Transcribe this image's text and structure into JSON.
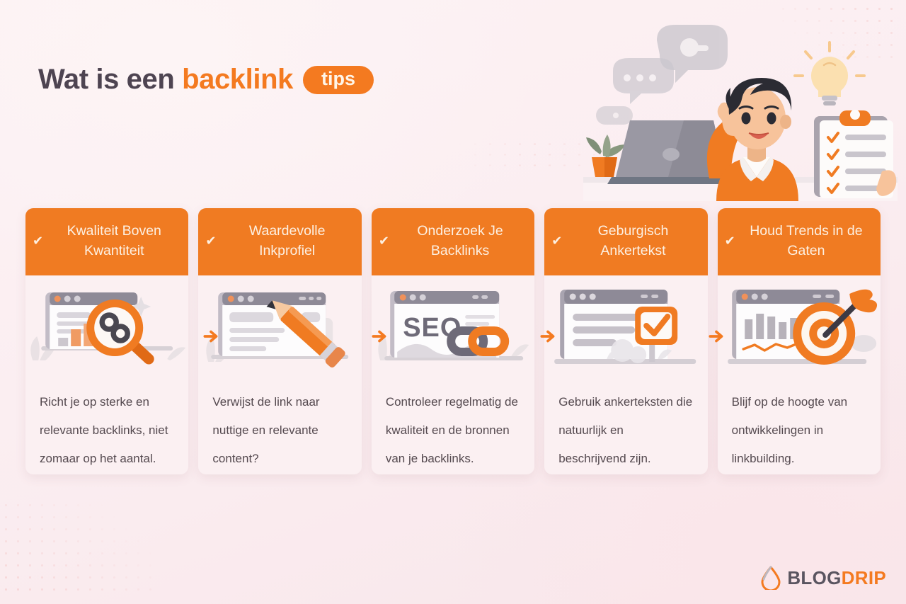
{
  "background_color": "#fbeef1",
  "accent_color": "#f47a20",
  "header_color": "#f07b22",
  "text_color": "#54494f",
  "title": {
    "part1": "Wat is een",
    "part2": "backlink",
    "pill": "tips"
  },
  "hero": {
    "name": "man-pointing-with-laptop-and-clipboard-illustration",
    "elements": [
      "speech-bubble-icon",
      "chat-dots-bubble-icon",
      "lightbulb-icon",
      "laptop-icon",
      "clipboard-checklist-icon",
      "potted-plant-icon"
    ]
  },
  "cards": [
    {
      "check": "✔",
      "title": "Kwaliteit Boven Kwantiteit",
      "illustration": "browser-window-with-magnifier-link-icon",
      "body": "Richt je op sterke en relevante backlinks, niet zomaar op het aantal."
    },
    {
      "check": "✔",
      "title": "Waardevolle Inkprofiel",
      "illustration": "browser-window-with-pencil-icon",
      "body": "Verwijst de link naar nuttige en relevante content?"
    },
    {
      "check": "✔",
      "title": "Onderzoek Je Backlinks",
      "illustration": "browser-window-with-seo-chain-link-icon",
      "body": "Controleer regelmatig de kwaliteit en de bronnen van je backlinks."
    },
    {
      "check": "✔",
      "title": "Geburgisch Ankertekst",
      "illustration": "browser-window-with-checkbox-sign-icon",
      "body": "Gebruik ankerteksten die natuurlijk en beschrijvend zijn."
    },
    {
      "check": "✔",
      "title": "Houd Trends in de Gaten",
      "illustration": "browser-window-with-chart-and-target-dart-icon",
      "body": "Blijf op de hoogte van ontwikkelingen in linkbuilding."
    }
  ],
  "connectors": {
    "name": "arrow-right-icon",
    "count": 4
  },
  "logo": {
    "mark": "water-drop-icon",
    "part1": "BLOG",
    "part2": "DRIP"
  }
}
